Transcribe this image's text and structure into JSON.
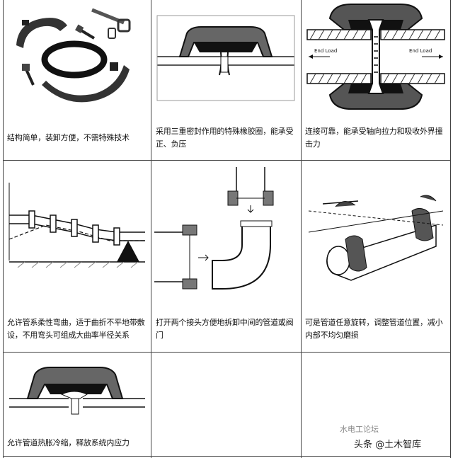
{
  "captions": {
    "r1c1": "结构简单，装卸方便，不需特殊技术",
    "r1c2": "采用三重密封作用的特殊橡胶圈，能承受正、负压",
    "r1c3": "连接可靠，能承受轴向拉力和吸收外界撞击力",
    "r2c1": "允许管系柔性弯曲，适于曲折不平地带敷设，不用弯头可组成大曲率半径关系",
    "r2c2": "打开两个接头方便地拆卸中间的管道或阀门",
    "r2c3": "可是管道任意旋转，调整管道位置，减小内部不均匀磨损",
    "r3c1": "允许管道热胀冷缩，释放系统内应力"
  },
  "diagram_labels": {
    "end_load_left": "End Load",
    "end_load_right": "End Load"
  },
  "watermark": {
    "faint": "水电工论坛",
    "main": "头条 @土木智库"
  }
}
